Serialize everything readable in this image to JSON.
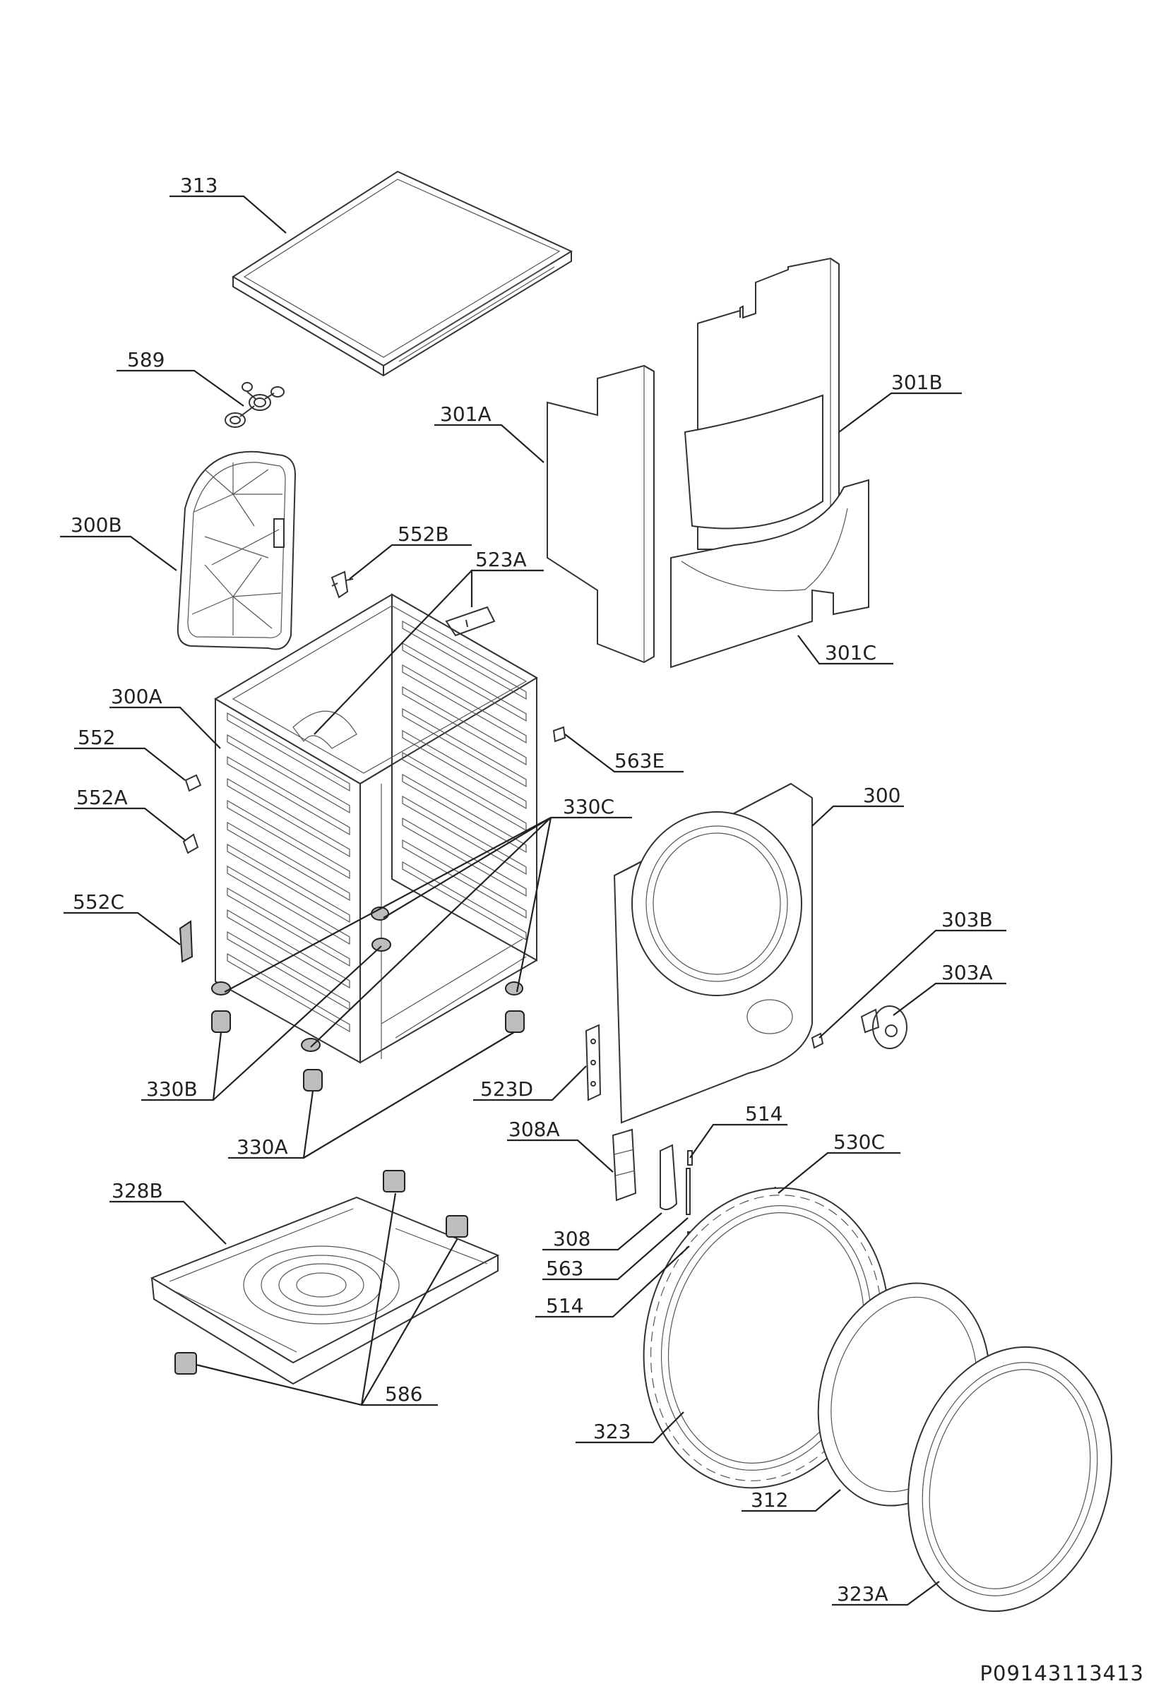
{
  "document_code": "P09143113413",
  "callouts": [
    {
      "id": "313",
      "text": "313"
    },
    {
      "id": "589",
      "text": "589"
    },
    {
      "id": "301A",
      "text": "301A"
    },
    {
      "id": "301B",
      "text": "301B"
    },
    {
      "id": "300B",
      "text": "300B"
    },
    {
      "id": "552B",
      "text": "552B"
    },
    {
      "id": "523A",
      "text": "523A"
    },
    {
      "id": "301C",
      "text": "301C"
    },
    {
      "id": "300A",
      "text": "300A"
    },
    {
      "id": "552",
      "text": "552"
    },
    {
      "id": "563E",
      "text": "563E"
    },
    {
      "id": "552A",
      "text": "552A"
    },
    {
      "id": "330C",
      "text": "330C"
    },
    {
      "id": "300",
      "text": "300"
    },
    {
      "id": "552C",
      "text": "552C"
    },
    {
      "id": "303B",
      "text": "303B"
    },
    {
      "id": "303A",
      "text": "303A"
    },
    {
      "id": "330B",
      "text": "330B"
    },
    {
      "id": "523D",
      "text": "523D"
    },
    {
      "id": "514_top",
      "text": "514"
    },
    {
      "id": "330A",
      "text": "330A"
    },
    {
      "id": "308A",
      "text": "308A"
    },
    {
      "id": "530C",
      "text": "530C"
    },
    {
      "id": "328B",
      "text": "328B"
    },
    {
      "id": "308",
      "text": "308"
    },
    {
      "id": "563",
      "text": "563"
    },
    {
      "id": "514_bottom",
      "text": "514"
    },
    {
      "id": "586",
      "text": "586"
    },
    {
      "id": "323",
      "text": "323"
    },
    {
      "id": "312",
      "text": "312"
    },
    {
      "id": "323A",
      "text": "323A"
    }
  ]
}
